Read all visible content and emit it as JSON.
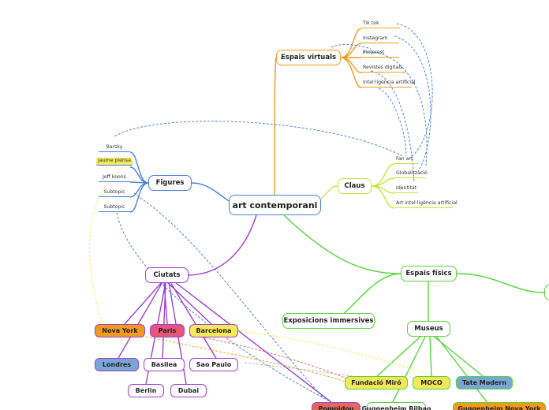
{
  "root": "art contemporani",
  "branches": {
    "espais_virtuals": {
      "label": "Espais virtuals",
      "items": [
        "Tik tok",
        "Instagram",
        "Pinterest",
        "Revistes digitals",
        "Intel·ligència artificial"
      ]
    },
    "claus": {
      "label": "Claus",
      "items": [
        "Fan art",
        "Globalització",
        "Identitat",
        "Art intel·ligència artificial"
      ]
    },
    "figures": {
      "label": "Figures",
      "items": [
        "Barsky",
        "Jaume plensa",
        "Jeff koons",
        "Subtopic",
        "Subtopic"
      ]
    },
    "ciutats": {
      "label": "Ciutats",
      "items": [
        "Nova York",
        "Paris",
        "Barcelona",
        "Londres",
        "Basilea",
        "Sao Paulo",
        "Berlin",
        "Dubai"
      ]
    },
    "espais_fisics": {
      "label": "Espais físics",
      "exposicions": "Exposicions immersives",
      "museus": {
        "label": "Museus",
        "items": [
          "Fundació Miró",
          "MOCO",
          "Tate Modern",
          "Guggenheim Bilbao",
          "Guggenheim Nova York"
        ]
      }
    },
    "pompidou": "Pompidou"
  },
  "colors": {
    "blue": "#4a7fd6",
    "orange": "#f39a1e",
    "lime": "#c6e63a",
    "green": "#55d63a",
    "purple": "#a040d0",
    "chip_orange": "#f39a1e",
    "chip_pink": "#e8557a",
    "chip_yellow": "#f5e85a",
    "chip_lblue": "#7aa6d6",
    "chip_red": "#e06a5a",
    "dashed_blue": "#3a7ad6"
  }
}
